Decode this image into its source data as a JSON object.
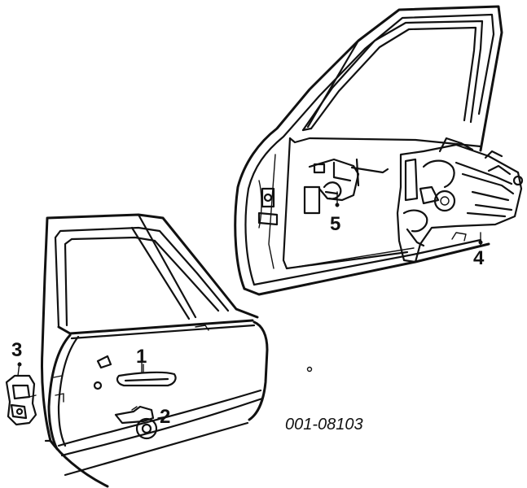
{
  "diagram": {
    "callouts": [
      {
        "id": "1",
        "text": "1"
      },
      {
        "id": "2",
        "text": "2"
      },
      {
        "id": "3",
        "text": "3"
      },
      {
        "id": "4",
        "text": "4"
      },
      {
        "id": "5",
        "text": "5"
      }
    ],
    "part_code": "001-08103"
  }
}
